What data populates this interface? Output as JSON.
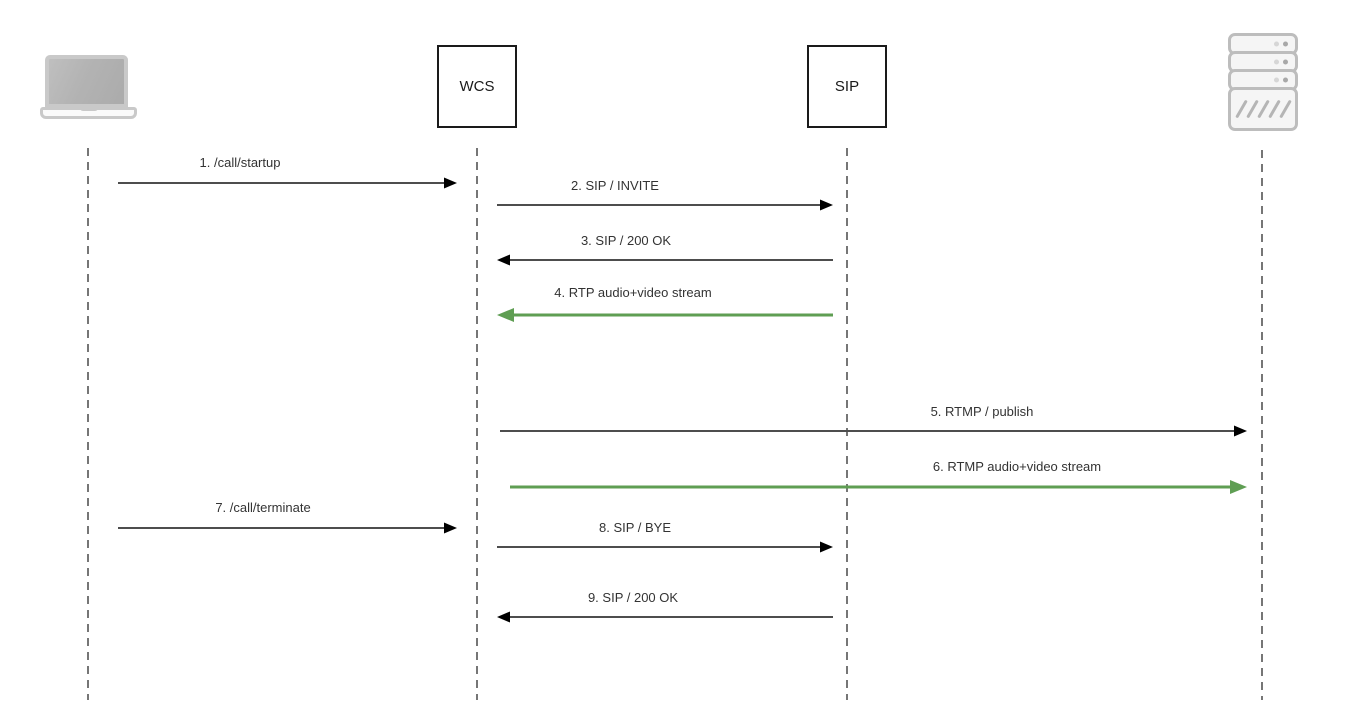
{
  "diagram": {
    "actors": [
      {
        "id": "browser",
        "kind": "laptop-icon",
        "label": ""
      },
      {
        "id": "wcs",
        "kind": "box",
        "label": "WCS"
      },
      {
        "id": "sip",
        "kind": "box",
        "label": "SIP"
      },
      {
        "id": "rtmp-server",
        "kind": "server-icon",
        "label": ""
      }
    ],
    "messages": [
      {
        "seq": 1,
        "label": "1. /call/startup",
        "from": "browser",
        "to": "wcs",
        "style": "black"
      },
      {
        "seq": 2,
        "label": "2. SIP / INVITE",
        "from": "wcs",
        "to": "sip",
        "style": "black"
      },
      {
        "seq": 3,
        "label": "3. SIP / 200 OK",
        "from": "sip",
        "to": "wcs",
        "style": "black"
      },
      {
        "seq": 4,
        "label": "4. RTP audio+video stream",
        "from": "sip",
        "to": "wcs",
        "style": "green"
      },
      {
        "seq": 5,
        "label": "5. RTMP / publish",
        "from": "wcs",
        "to": "rtmp-server",
        "style": "black"
      },
      {
        "seq": 6,
        "label": "6. RTMP audio+video stream",
        "from": "wcs",
        "to": "rtmp-server",
        "style": "green"
      },
      {
        "seq": 7,
        "label": "7. /call/terminate",
        "from": "browser",
        "to": "wcs",
        "style": "black"
      },
      {
        "seq": 8,
        "label": "8. SIP / BYE",
        "from": "wcs",
        "to": "sip",
        "style": "black"
      },
      {
        "seq": 9,
        "label": "9. SIP / 200 OK",
        "from": "sip",
        "to": "wcs",
        "style": "black"
      }
    ],
    "colors": {
      "arrow_line": "#4d4d4d",
      "arrow_head": "#000000",
      "stream_green": "#5f9e53",
      "lifeline_gray": "#767676",
      "box_border": "#1a1a1a",
      "text": "#333333",
      "icon_gray": "#c9c9c9",
      "icon_fill": "#f5f5f5"
    }
  }
}
